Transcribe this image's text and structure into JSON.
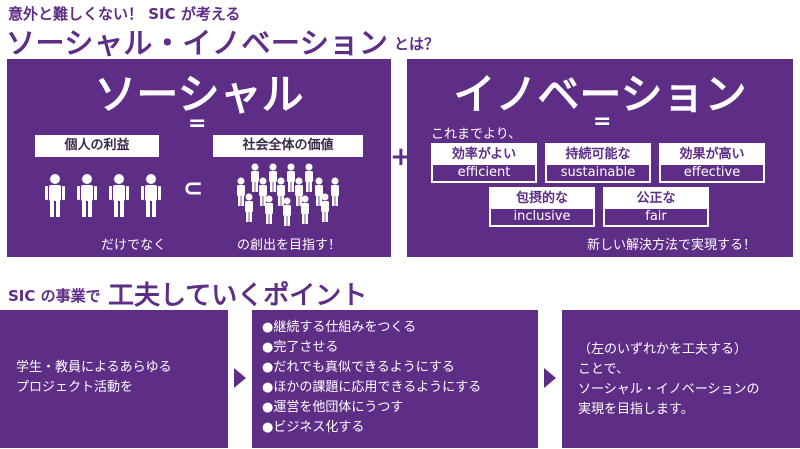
{
  "header": {
    "pre_title": "意外と難しくない！ SIC が考える",
    "title": "ソーシャル・イノベーション",
    "title_suffix": "とは？"
  },
  "social": {
    "heading": "ソーシャル",
    "equals": "=",
    "left_label": "個人の利益",
    "right_label": "社会全体の価値",
    "subset_symbol": "⊂",
    "left_caption": "だけでなく",
    "right_caption": "の創出を目指す！"
  },
  "plus": "+",
  "innovation": {
    "heading": "イノベーション",
    "intro": "これまでより、",
    "equals": "=",
    "items": [
      {
        "jp": "効率がよい",
        "en": "efficient"
      },
      {
        "jp": "持続可能な",
        "en": "sustainable"
      },
      {
        "jp": "効果が高い",
        "en": "effective"
      },
      {
        "jp": "包摂的な",
        "en": "inclusive"
      },
      {
        "jp": "公正な",
        "en": "fair"
      }
    ],
    "caption": "新しい解決方法で実現する！"
  },
  "section2": {
    "pre": "SIC の事業で",
    "title": "工夫していくポイント"
  },
  "flow": {
    "box1": [
      "学生・教員によるあらゆる",
      "プロジェクト活動を"
    ],
    "box2": [
      "●継続する仕組みをつくる",
      "●完了させる",
      "●だれでも真似できるようにする",
      "●ほかの課題に応用できるようにする",
      "●運営を他団体にうつす",
      "●ビジネス化する"
    ],
    "box3": [
      "（左のいずれかを工夫する）",
      "ことで、",
      "ソーシャル・イノベーションの",
      "実現を目指します。"
    ]
  },
  "colors": {
    "brand": "#5e2d86",
    "white": "#ffffff"
  }
}
